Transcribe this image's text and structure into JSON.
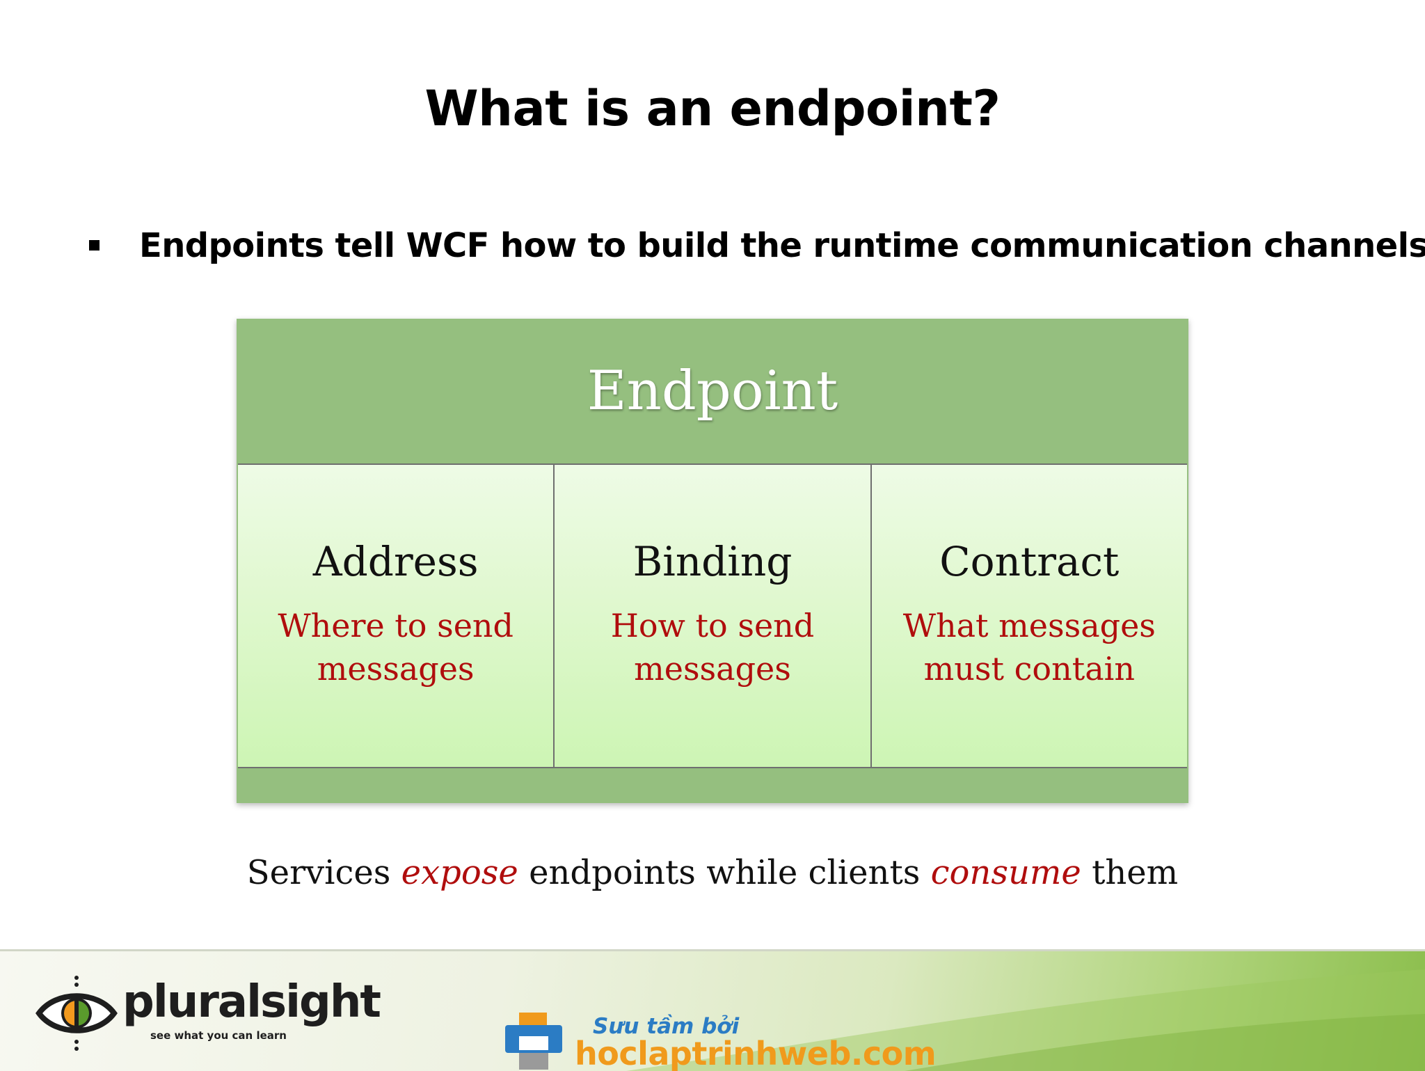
{
  "slide": {
    "title": "What is an endpoint?",
    "bullet": "Endpoints tell WCF how to build the runtime communication channels"
  },
  "diagram": {
    "header": "Endpoint",
    "parts": [
      {
        "title": "Address",
        "desc_line1": "Where to send",
        "desc_line2": "messages"
      },
      {
        "title": "Binding",
        "desc_line1": "How to send",
        "desc_line2": "messages"
      },
      {
        "title": "Contract",
        "desc_line1": "What messages",
        "desc_line2": "must contain"
      }
    ]
  },
  "summary": {
    "part1": "Services ",
    "emph1": "expose",
    "part2": " endpoints while clients ",
    "emph2": "consume",
    "part3": " them"
  },
  "footer": {
    "brand_name": "pluralsight",
    "brand_tagline": "see what you can learn",
    "credit_label": "Sưu tầm bởi",
    "credit_site": "hoclaptrinhweb.com"
  },
  "colors": {
    "diagram_header": "#95bf7f",
    "emphasis_red": "#b00d0d",
    "credit_blue": "#2b7cc4",
    "credit_orange": "#f09a1c"
  },
  "icons": {
    "brand": "eye-logo-icon",
    "credit": "printer-logo-icon"
  }
}
